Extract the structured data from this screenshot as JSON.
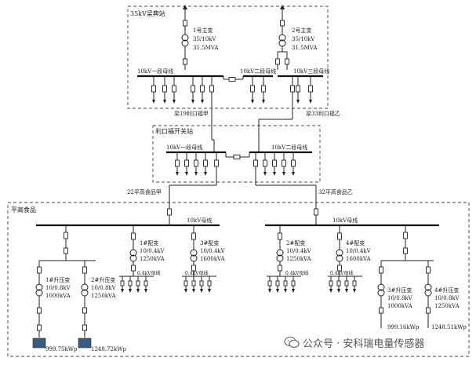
{
  "substation": {
    "title": "35kV梁典站"
  },
  "transformers_main": [
    {
      "name": "1号主变",
      "ratio": "35/10kV",
      "capacity": "31.5MVA"
    },
    {
      "name": "2号主变",
      "ratio": "35/10kV",
      "capacity": "31.5MVA"
    }
  ],
  "buses_top": {
    "bus1": "10kV一段母线",
    "bus2": "10kV二段母线",
    "bus3": "10kV三段母线"
  },
  "feeders": {
    "left": "梁19利口福甲",
    "right": "梁33利口福乙"
  },
  "switching_station": {
    "title": "利口福开关站",
    "bus1": "10kV一段母线",
    "bus2": "10kV二段母线"
  },
  "lines_lower": {
    "left": "22平高食品甲",
    "right": "32平高食品乙"
  },
  "plant": {
    "title": "平高食品",
    "bus_left": "10kV母线",
    "bus_right": "10kV母线"
  },
  "distribution": [
    {
      "name": "1#配变",
      "ratio": "10/0.4kV",
      "capacity": "1250kVA",
      "lv_bus": "0.4kV母线"
    },
    {
      "name": "3#配变",
      "ratio": "10/0.4kV",
      "capacity": "1600kVA",
      "lv_bus": "0.4kV母线"
    },
    {
      "name": "2#配变",
      "ratio": "10/0.4kV",
      "capacity": "1250kVA",
      "lv_bus": "0.4kV母线"
    },
    {
      "name": "4#配变",
      "ratio": "10/0.4kV",
      "capacity": "1600kVA",
      "lv_bus": "0.4kV母线"
    }
  ],
  "stepup": [
    {
      "name": "1#升压变",
      "ratio": "10/0.8kV",
      "capacity": "1000kVA",
      "pv": "999.75kWp"
    },
    {
      "name": "2#升压变",
      "ratio": "10/0.8kV",
      "capacity": "1250kVA",
      "pv": "1248.72kWp"
    },
    {
      "name": "3#升压变",
      "ratio": "10/0.8kV",
      "capacity": "1000kVA",
      "pv": "999.16kWp"
    },
    {
      "name": "4#升压变",
      "ratio": "10/0.8kV",
      "capacity": "1250kVA",
      "pv": "1248.51kWp"
    }
  ],
  "watermark": {
    "text": "公众号 · 安科瑞电量传感器"
  }
}
